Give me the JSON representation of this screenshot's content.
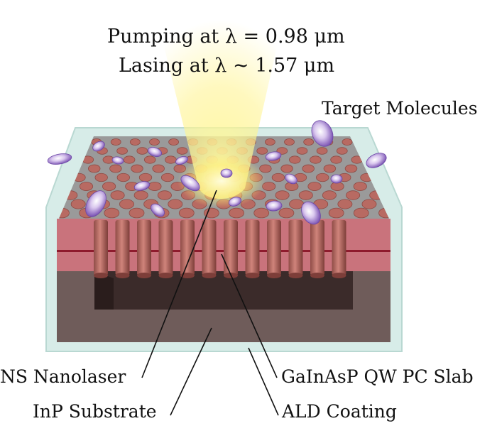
{
  "diagram": {
    "pump_label": "Pumping at λ = 0.98 μm",
    "lasing_label": "Lasing at λ ~ 1.57 μm",
    "target_label": "Target Molecules",
    "nanolaser_label": "NS Nanolaser",
    "substrate_label": "InP Substrate",
    "slab_label": "GaInAsP QW PC Slab",
    "coating_label": "ALD Coating"
  },
  "colors": {
    "coating": "#cfe6e1",
    "slab_top": "#999999",
    "hole": "#b96a63",
    "layer": "#c7727b",
    "qw_line": "#8e1b2d",
    "substrate": "#6e5a58",
    "cavity": "#3a2a29",
    "molecule": "#8e6ac2",
    "beam": "#fff17a"
  }
}
